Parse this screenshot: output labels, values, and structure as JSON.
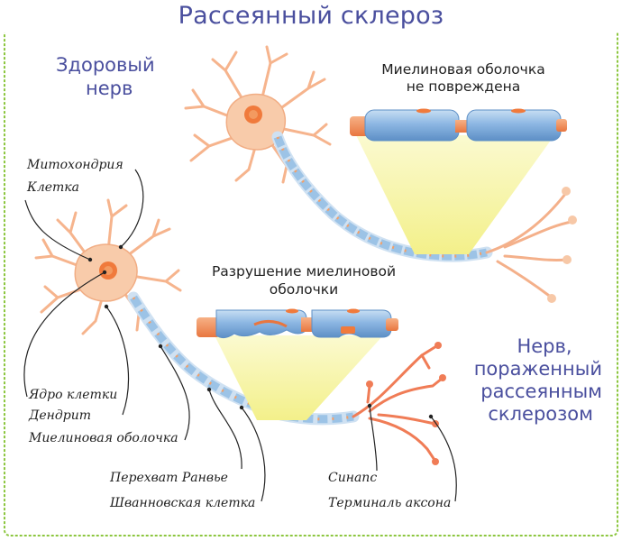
{
  "title": "Рассеянный склероз",
  "healthy": {
    "heading_line1": "Здоровый",
    "heading_line2": "нерв",
    "myelin_caption_line1": "Миелиновая оболочка",
    "myelin_caption_line2": "не повреждена"
  },
  "damaged": {
    "heading_line1": "Нерв,",
    "heading_line2": "пораженный",
    "heading_line3": "рассеянным",
    "heading_line4": "склерозом",
    "myelin_caption_line1": "Разрушение миелиновой",
    "myelin_caption_line2": "оболочки"
  },
  "labels": {
    "mitochondria": "Митохондрия",
    "cell": "Клетка",
    "nucleus": "Ядро клетки",
    "dendrite": "Дендрит",
    "myelin_sheath": "Миелиновая оболочка",
    "node_of_ranvier": "Перехват Ранвье",
    "schwann_cell": "Шванновская клетка",
    "synapse": "Синапс",
    "axon_terminal": "Терминаль аксона"
  },
  "colors": {
    "frame": "#8cc63f",
    "heading": "#4a4f9e",
    "neuron": "#f7c8a7",
    "nucleus": "#f07a3c",
    "myelin": "#9cc3e6",
    "highlight": "#f6f5a3",
    "damaged_terminal": "#f07c56"
  }
}
